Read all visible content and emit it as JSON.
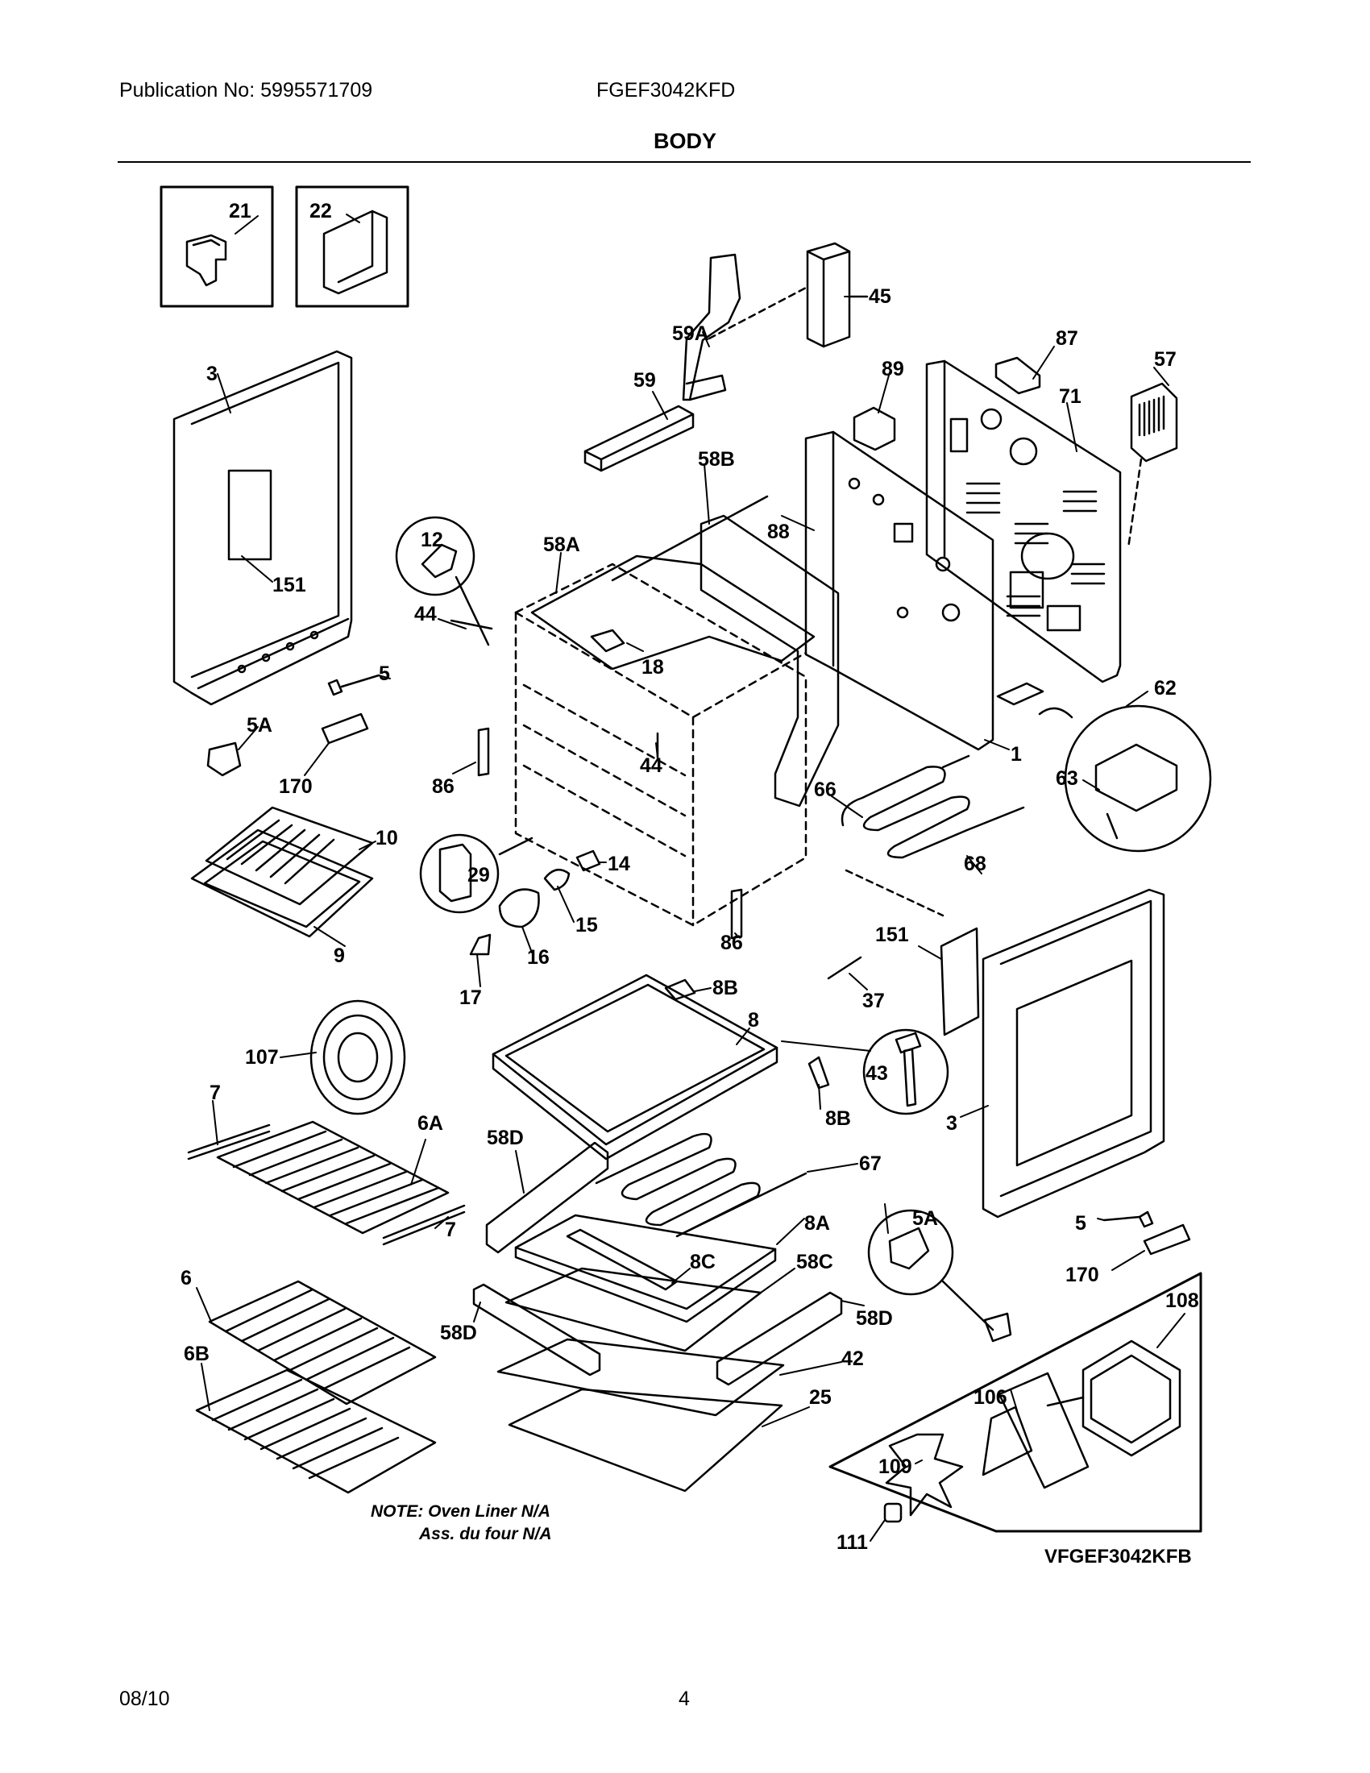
{
  "header": {
    "publication": "Publication No: 5995571709",
    "model": "FGEF3042KFD",
    "section": "BODY"
  },
  "note": {
    "line1": "NOTE: Oven Liner N/A",
    "line2": "Ass. du four N/A"
  },
  "inset_code": "VFGEF3042KFB",
  "footer": {
    "date": "08/10",
    "page": "4"
  },
  "callouts": {
    "c21": "21",
    "c22": "22",
    "c45": "45",
    "c59A": "59A",
    "c87": "87",
    "c57": "57",
    "c3a": "3",
    "c59": "59",
    "c89": "89",
    "c71": "71",
    "c58B": "58B",
    "c12": "12",
    "c88": "88",
    "c58A": "58A",
    "c151a": "151",
    "c44a": "44",
    "c18": "18",
    "c5a": "5",
    "c62": "62",
    "c5Aa": "5A",
    "c170a": "170",
    "c86a": "86",
    "c44b": "44",
    "c1": "1",
    "c63": "63",
    "c66": "66",
    "c10": "10",
    "c29": "29",
    "c14": "14",
    "c15": "15",
    "c68": "68",
    "c9": "9",
    "c16": "16",
    "c86b": "86",
    "c151b": "151",
    "c17": "17",
    "c8B": "8B",
    "c37": "37",
    "c8": "8",
    "c107": "107",
    "c43": "43",
    "c7a": "7",
    "c6A": "6A",
    "c8Bb": "8B",
    "c3b": "3",
    "c58Da": "58D",
    "c67": "67",
    "c5Ab": "5A",
    "c7b": "7",
    "c8A": "8A",
    "c6": "6",
    "c8C": "8C",
    "c58C": "58C",
    "c5b": "5",
    "c170b": "170",
    "c58Db": "58D",
    "c58Dc": "58D",
    "c108": "108",
    "c6B": "6B",
    "c42": "42",
    "c106": "106",
    "c25": "25",
    "c109": "109",
    "c111": "111"
  }
}
